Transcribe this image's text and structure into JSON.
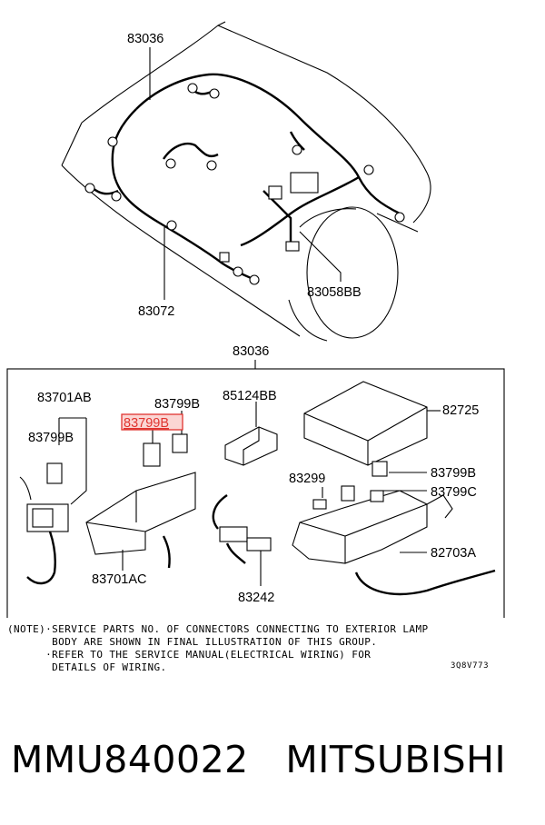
{
  "diagram": {
    "top_view": {
      "labels": {
        "harness_top": "83036",
        "harness_left": "83072",
        "harness_right": "83058BB"
      }
    },
    "detail_view": {
      "group_label": "83036",
      "labels": {
        "l1": "83701AB",
        "l2": "83799B",
        "l3": "83799B",
        "l4_highlighted": "83799B",
        "l5": "83701AC",
        "l6": "85124BB",
        "l7": "83242",
        "l8": "82725",
        "l9": "83299",
        "l10": "83799B",
        "l11": "83799C",
        "l12": "82703A"
      },
      "highlight_color": "#e0342f"
    },
    "note": {
      "line1": "(NOTE)·SERVICE PARTS NO. OF CONNECTORS CONNECTING TO EXTERIOR LAMP",
      "line2": "       BODY ARE SHOWN IN FINAL ILLUSTRATION OF THIS GROUP.",
      "line3": "      ·REFER TO THE SERVICE MANUAL(ELECTRICAL WIRING) FOR",
      "line4": "       DETAILS OF WIRING."
    },
    "figure_code": "3Q8V773"
  },
  "footer": {
    "part_number": "MMU840022",
    "brand": "MITSUBISHI"
  }
}
